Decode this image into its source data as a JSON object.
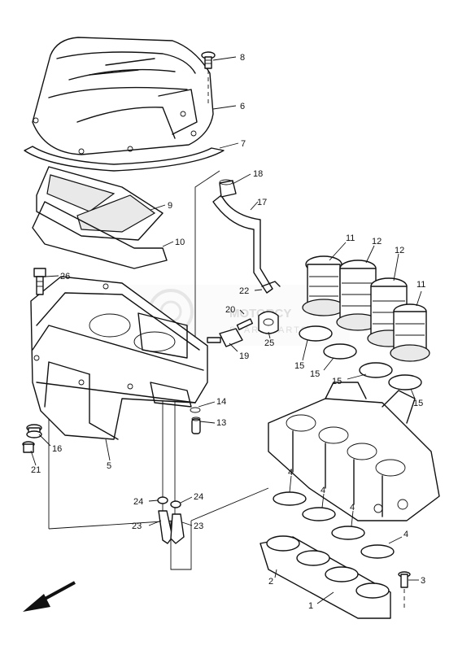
{
  "diagram": {
    "callouts": [
      {
        "id": "c1",
        "text": "1"
      },
      {
        "id": "c2",
        "text": "2"
      },
      {
        "id": "c3",
        "text": "3"
      },
      {
        "id": "c4a",
        "text": "4"
      },
      {
        "id": "c4b",
        "text": "4"
      },
      {
        "id": "c4c",
        "text": "4"
      },
      {
        "id": "c4d",
        "text": "4"
      },
      {
        "id": "c5",
        "text": "5"
      },
      {
        "id": "c6",
        "text": "6"
      },
      {
        "id": "c7",
        "text": "7"
      },
      {
        "id": "c8",
        "text": "8"
      },
      {
        "id": "c9",
        "text": "9"
      },
      {
        "id": "c10",
        "text": "10"
      },
      {
        "id": "c11a",
        "text": "11"
      },
      {
        "id": "c11b",
        "text": "11"
      },
      {
        "id": "c12a",
        "text": "12"
      },
      {
        "id": "c12b",
        "text": "12"
      },
      {
        "id": "c13",
        "text": "13"
      },
      {
        "id": "c14",
        "text": "14"
      },
      {
        "id": "c15a",
        "text": "15"
      },
      {
        "id": "c15b",
        "text": "15"
      },
      {
        "id": "c15c",
        "text": "15"
      },
      {
        "id": "c15d",
        "text": "15"
      },
      {
        "id": "c16",
        "text": "16"
      },
      {
        "id": "c17",
        "text": "17"
      },
      {
        "id": "c18",
        "text": "18"
      },
      {
        "id": "c19",
        "text": "19"
      },
      {
        "id": "c20",
        "text": "20"
      },
      {
        "id": "c21",
        "text": "21"
      },
      {
        "id": "c22",
        "text": "22"
      },
      {
        "id": "c23a",
        "text": "23"
      },
      {
        "id": "c23b",
        "text": "23"
      },
      {
        "id": "c24a",
        "text": "24"
      },
      {
        "id": "c24b",
        "text": "24"
      },
      {
        "id": "c25",
        "text": "25"
      },
      {
        "id": "c26",
        "text": "26"
      }
    ],
    "watermark": {
      "line1": "MOTORCY",
      "line2": "SPARE PARTS"
    },
    "direction_arrow_icon": "arrow-down-left-icon",
    "colors": {
      "line": "#111111",
      "background": "#ffffff",
      "watermark": "#d9d9d9"
    }
  }
}
